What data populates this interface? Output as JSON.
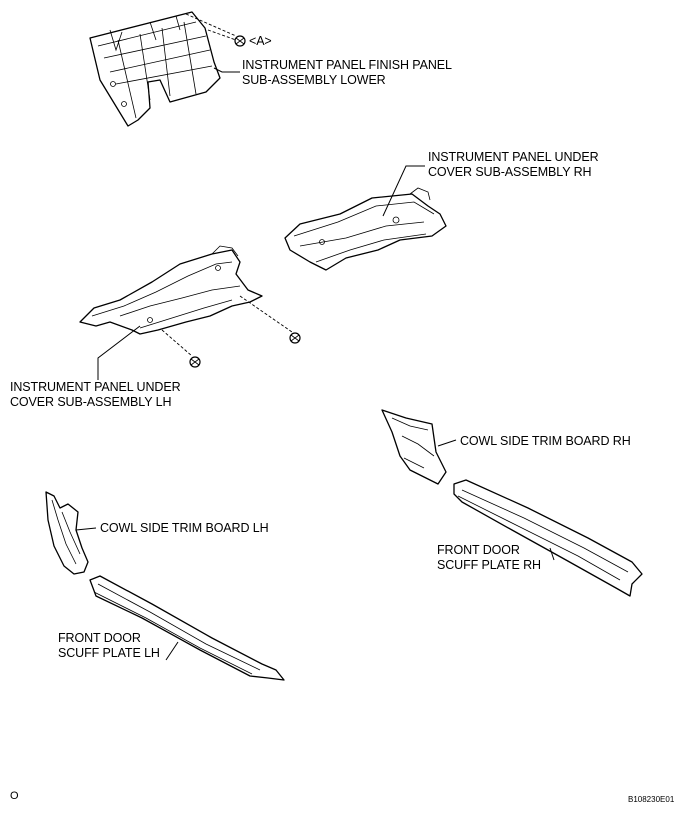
{
  "labels": {
    "bolt_a": "<A>",
    "finish_panel": [
      "INSTRUMENT PANEL FINISH PANEL",
      "SUB-ASSEMBLY LOWER"
    ],
    "under_cover_rh": [
      "INSTRUMENT PANEL UNDER",
      "COVER SUB-ASSEMBLY RH"
    ],
    "under_cover_lh": [
      "INSTRUMENT PANEL UNDER",
      "COVER SUB-ASSEMBLY LH"
    ],
    "cowl_rh": "COWL SIDE TRIM BOARD RH",
    "cowl_lh": "COWL SIDE TRIM BOARD LH",
    "scuff_rh": [
      "FRONT DOOR",
      "SCUFF PLATE RH"
    ],
    "scuff_lh": [
      "FRONT DOOR",
      "SCUFF PLATE LH"
    ]
  },
  "footer": {
    "left_mark": "O",
    "code": "B108230E01"
  }
}
